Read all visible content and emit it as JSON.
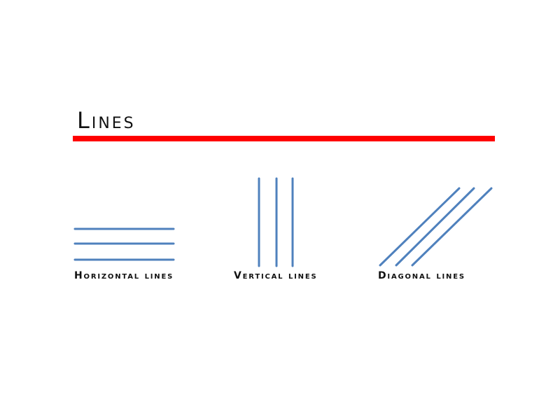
{
  "slide": {
    "title": "Lines",
    "accent_color": "#FF0000",
    "line_color": "#4F81BD"
  },
  "examples": [
    {
      "label": "Horizontal lines",
      "type": "horizontal",
      "lines": [
        [
          107,
          327,
          248,
          327
        ],
        [
          107,
          348,
          248,
          348
        ],
        [
          107,
          371,
          248,
          371
        ]
      ]
    },
    {
      "label": "Vertical lines",
      "type": "vertical",
      "lines": [
        [
          370,
          255,
          370,
          380
        ],
        [
          395,
          255,
          395,
          380
        ],
        [
          418,
          255,
          418,
          380
        ]
      ]
    },
    {
      "label": "Diagonal lines",
      "type": "diagonal",
      "lines": [
        [
          543,
          379,
          656,
          269
        ],
        [
          566,
          379,
          677,
          269
        ],
        [
          589,
          379,
          702,
          269
        ]
      ]
    }
  ]
}
